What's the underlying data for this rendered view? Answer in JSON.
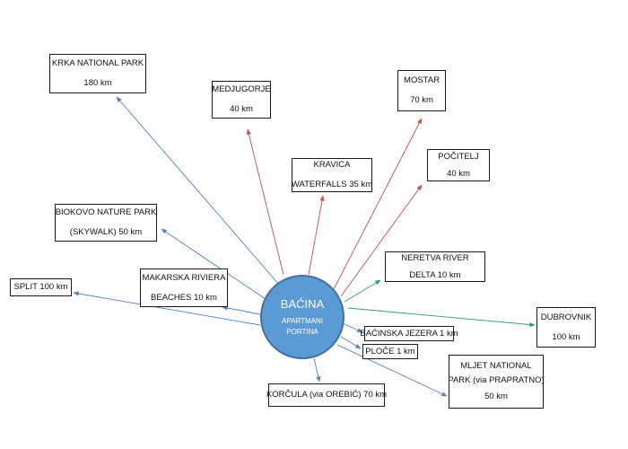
{
  "hub": {
    "title": "BAĆINA",
    "subtitle_line1": "APARTMANI",
    "subtitle_line2": "PORTINA"
  },
  "destinations": {
    "krka": {
      "line1": "KRKA NATIONAL PARK",
      "line2": "180 km"
    },
    "medjugorje": {
      "line1": "MEDJUGORJE",
      "line2": "40 km"
    },
    "mostar": {
      "line1": "MOSTAR",
      "line2": "70 km"
    },
    "pocitelj": {
      "line1": "POČITELJ",
      "line2": "40 km"
    },
    "kravica": {
      "line1": "KRAVICA",
      "line2": "WATERFALLS 35 km"
    },
    "biokovo": {
      "line1": "BIOKOVO NATURE PARK",
      "line2": "(SKYWALK) 50 km"
    },
    "neretva": {
      "line1": "NERETVA RIVER",
      "line2": "DELTA 10 km"
    },
    "makarska": {
      "line1": "MAKARSKA RIVIERA",
      "line2": "BEACHES 10 km"
    },
    "split": {
      "line1": "SPLIT 100 km"
    },
    "dubrovnik": {
      "line1": "DUBROVNIK",
      "line2": "100 km"
    },
    "bacinska": {
      "line1": "BAĆINSKA JEZERA 1 km"
    },
    "ploce": {
      "line1": "PLOČE 1 km"
    },
    "mljet": {
      "line1": "MLJET NATIONAL",
      "line2": "PARK (via PRAPRATNO)",
      "line3": "50 km"
    },
    "korcula": {
      "line1": "KORČULA (via OREBIĆ) 70 km"
    }
  },
  "colors": {
    "blue_arrow": "#4f81bd",
    "red_arrow": "#c0504d",
    "green_arrow": "#2e9e6e",
    "hub_fill": "#5b9bd5"
  }
}
